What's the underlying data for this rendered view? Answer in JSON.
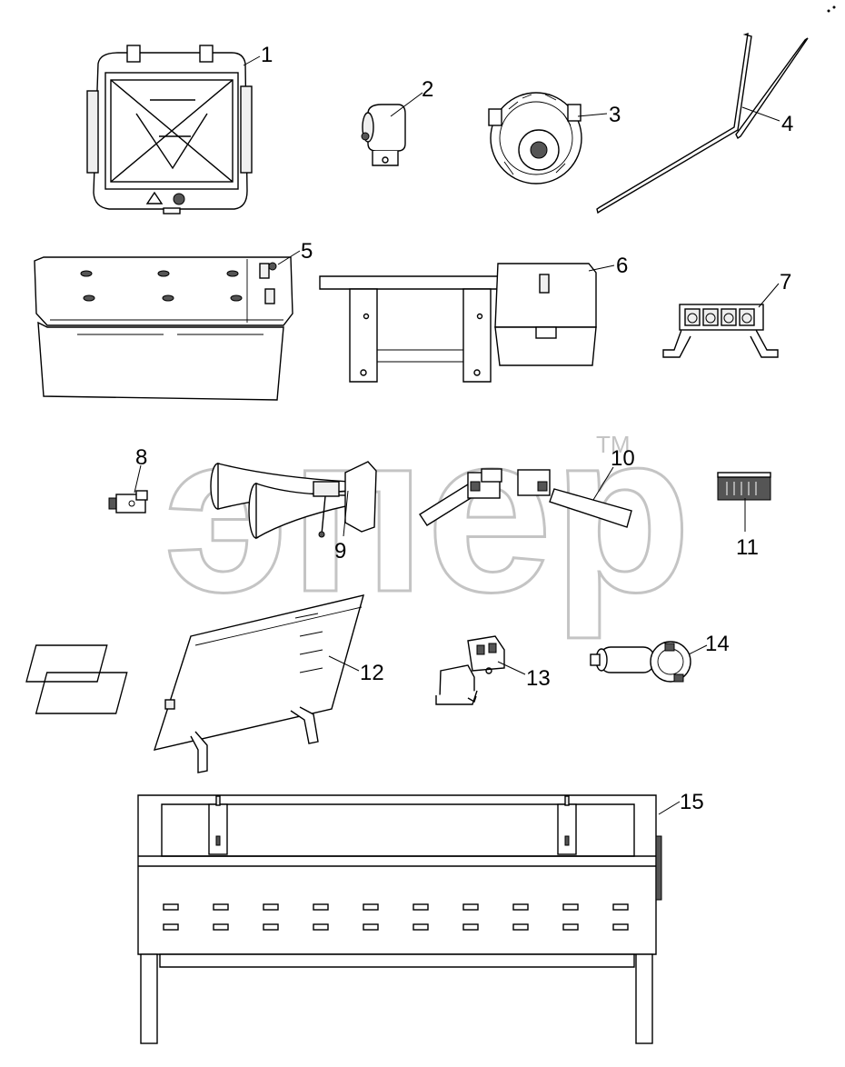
{
  "watermark": {
    "text": "эпер",
    "trademark": "TM"
  },
  "callouts": [
    "1",
    "2",
    "3",
    "4",
    "5",
    "6",
    "7",
    "8",
    "9",
    "10",
    "11",
    "12",
    "13",
    "14",
    "15"
  ],
  "parts": [
    {
      "id": "1",
      "icon": "headlamp-icon"
    },
    {
      "id": "2",
      "icon": "relay-solenoid-icon"
    },
    {
      "id": "3",
      "icon": "alternator-icon"
    },
    {
      "id": "4",
      "icon": "cable-icon"
    },
    {
      "id": "5",
      "icon": "battery-icon"
    },
    {
      "id": "6",
      "icon": "battery-box-bracket-icon"
    },
    {
      "id": "7",
      "icon": "fuse-block-icon"
    },
    {
      "id": "8",
      "icon": "switch-icon"
    },
    {
      "id": "9",
      "icon": "air-horn-icon"
    },
    {
      "id": "10",
      "icon": "column-switch-icon"
    },
    {
      "id": "11",
      "icon": "connector-icon"
    },
    {
      "id": "12",
      "icon": "mounting-plate-icon"
    },
    {
      "id": "13",
      "icon": "relay-pair-icon"
    },
    {
      "id": "14",
      "icon": "wiper-motor-icon"
    },
    {
      "id": "15",
      "icon": "battery-carrier-icon"
    }
  ]
}
